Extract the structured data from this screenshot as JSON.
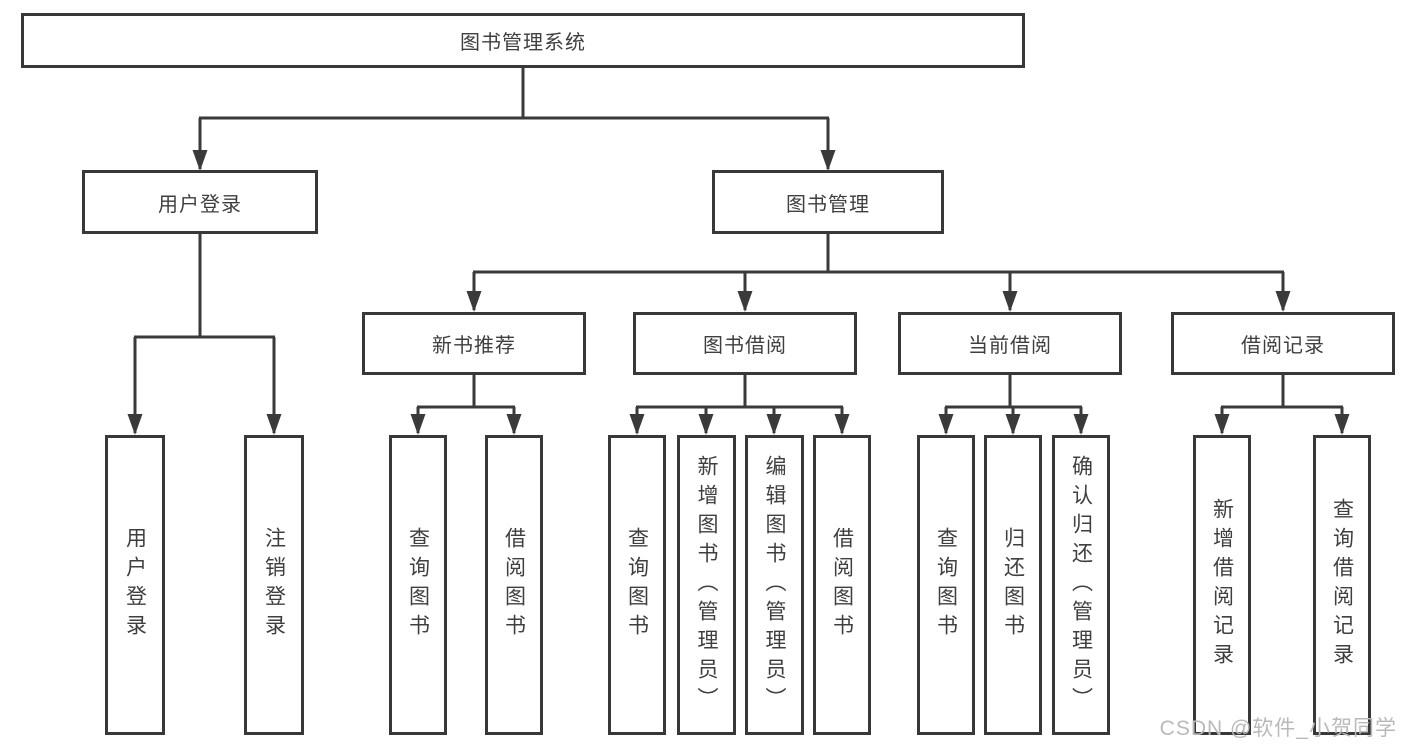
{
  "tree": {
    "root": {
      "label": "图书管理系统"
    },
    "branches": [
      {
        "label": "用户登录",
        "children": [
          "用户登录",
          "注销登录"
        ]
      },
      {
        "label": "图书管理",
        "sections": [
          {
            "label": "新书推荐",
            "children": [
              "查询图书",
              "借阅图书"
            ]
          },
          {
            "label": "图书借阅",
            "children": [
              "查询图书",
              "新增图书（管理员）",
              "编辑图书（管理员）",
              "借阅图书"
            ]
          },
          {
            "label": "当前借阅",
            "children": [
              "查询图书",
              "归还图书",
              "确认归还（管理员）"
            ]
          },
          {
            "label": "借阅记录",
            "children": [
              "新增借阅记录",
              "查询借阅记录"
            ]
          }
        ]
      }
    ]
  },
  "watermark": "CSDN @软件_小贺同学",
  "colors": {
    "line": "#3a3a3a",
    "box_border": "#383838",
    "text": "#3f3f3f",
    "watermark": "#b9b9b9",
    "background": "#ffffff"
  }
}
